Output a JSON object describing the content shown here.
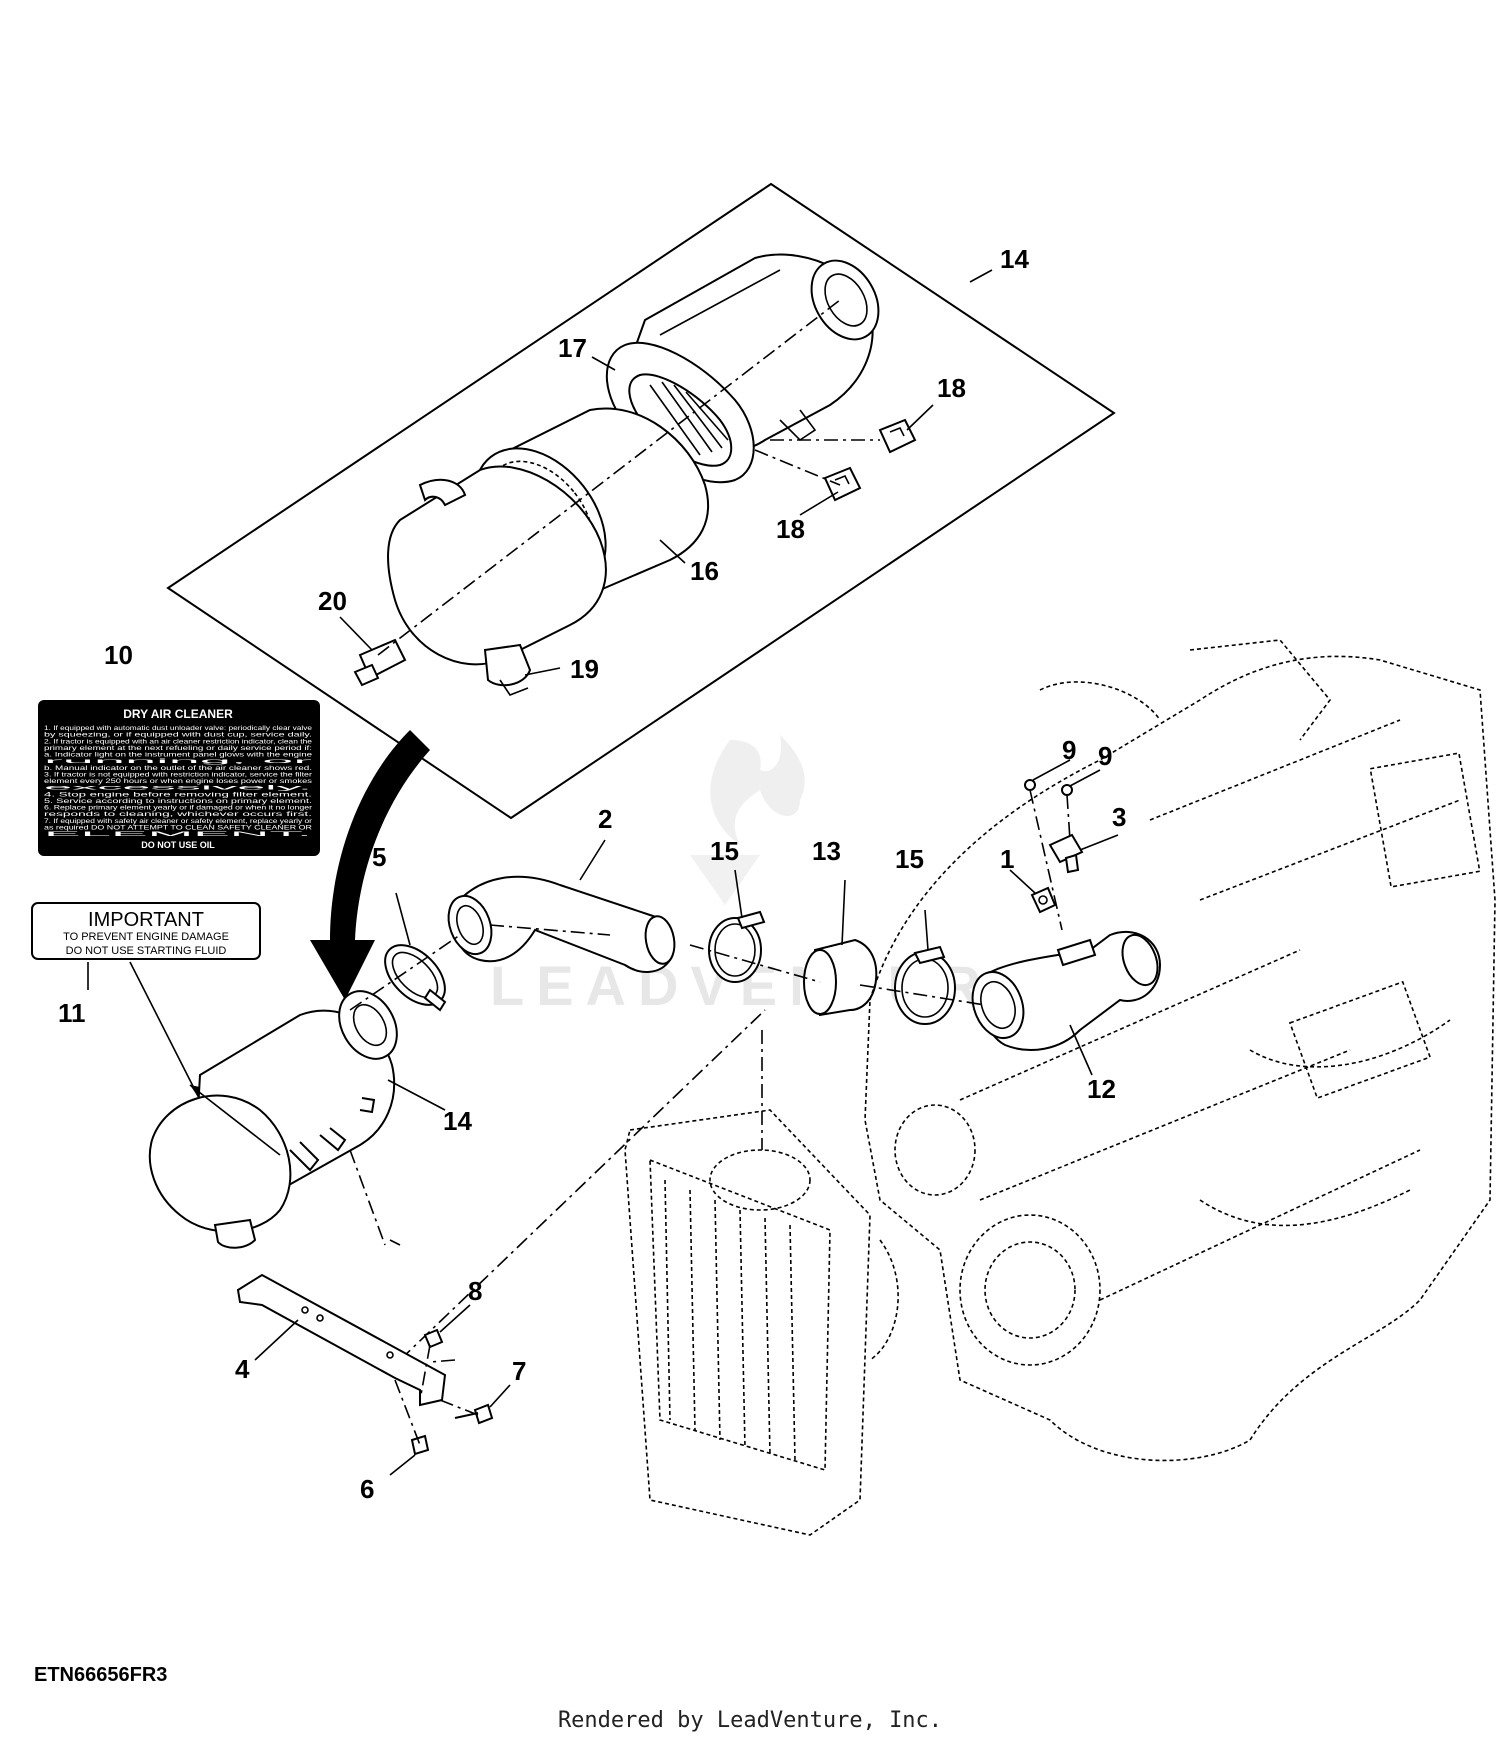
{
  "figure": {
    "id": "ETN66656FR3",
    "credit": "Rendered by LeadVenture, Inc.",
    "watermark": "LEADVENTURE"
  },
  "callouts": {
    "c1": "1",
    "c2": "2",
    "c3": "3",
    "c4": "4",
    "c5": "5",
    "c6": "6",
    "c7": "7",
    "c8": "8",
    "c9a": "9",
    "c9b": "9",
    "c10": "10",
    "c11": "11",
    "c12": "12",
    "c13": "13",
    "c14a": "14",
    "c14b": "14",
    "c15a": "15",
    "c15b": "15",
    "c16": "16",
    "c17": "17",
    "c18a": "18",
    "c18b": "18",
    "c19": "19",
    "c20": "20"
  },
  "decal_10": {
    "title": "DRY AIR CLEANER",
    "lines": [
      "1. If equipped with automatic dust unloader valve: periodically clear valve",
      "by squeezing, or if equipped with dust cup, service daily.",
      "2. If tractor is equipped with an air cleaner restriction indicator, clean the",
      "primary element at the next refueling or daily service period if:",
      "a. Indicator light on the instrument panel glows with the engine",
      "running, or",
      "b. Manual indicator on the outlet of the air cleaner shows red.",
      "3. If tractor is not equipped with restriction indicator, service the filter",
      "element every 250 hours or when engine loses power or smokes",
      "excessively.",
      "4. Stop engine before removing filter element.",
      "5. Service according to instructions on primary element.",
      "6. Replace primary element yearly or if damaged or when it no longer",
      "responds to cleaning, whichever occurs first.",
      "7. If equipped with safety air cleaner or safety element, replace yearly or",
      "as required DO NOT ATTEMPT TO CLEAN SAFETY CLEANER OR",
      "ELEMENT."
    ],
    "footer": "DO NOT USE OIL"
  },
  "decal_11": {
    "title": "IMPORTANT",
    "line1": "TO PREVENT ENGINE DAMAGE",
    "line2": "DO NOT USE STARTING FLUID"
  }
}
